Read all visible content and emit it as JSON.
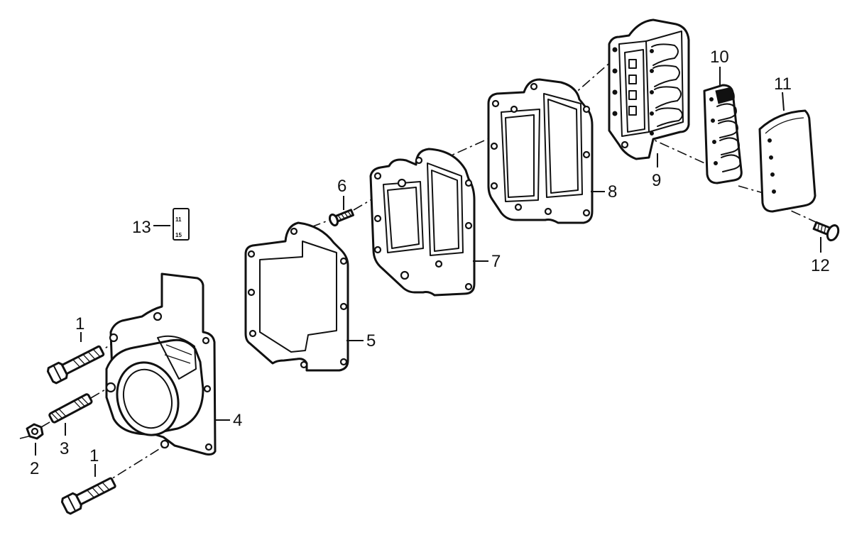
{
  "callouts": {
    "c1_upper": "1",
    "c1_lower": "1",
    "c2": "2",
    "c3": "3",
    "c4": "4",
    "c5": "5",
    "c6": "6",
    "c7": "7",
    "c8": "8",
    "c9": "9",
    "c10": "10",
    "c11": "11",
    "c12": "12",
    "c13": "13"
  },
  "decal": {
    "line1": "11",
    "line2": "15"
  }
}
